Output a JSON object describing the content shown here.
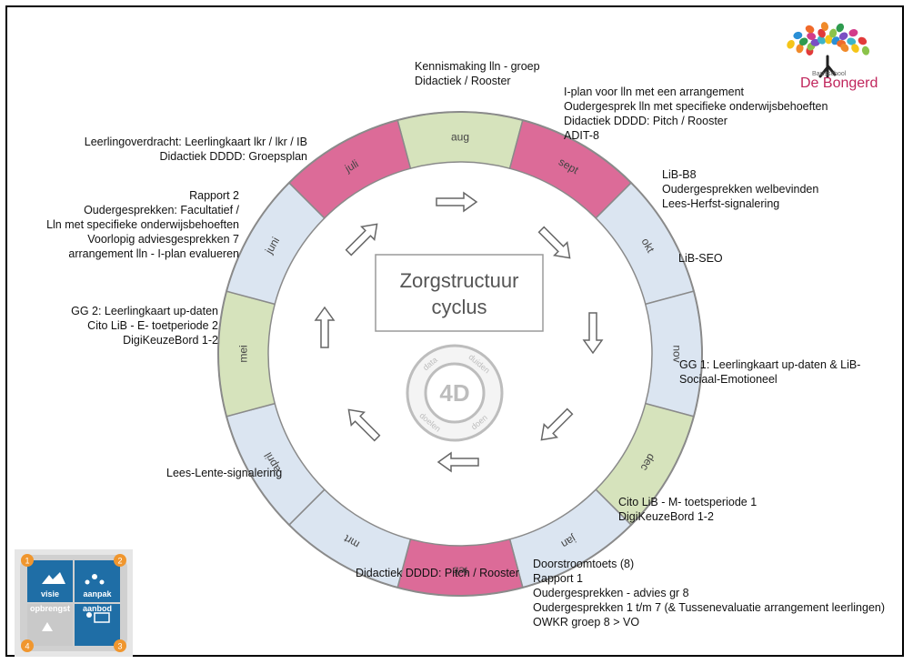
{
  "title": {
    "line1": "Zorgstructuur",
    "line2": "cyclus"
  },
  "logo": {
    "school_label": "Basisschool",
    "name": "De Bongerd"
  },
  "watermark": {
    "center": "4D",
    "ring": [
      "data",
      "duiden",
      "doelen",
      "doen"
    ]
  },
  "colors": {
    "pink": "#dc6b98",
    "green": "#d6e3bc",
    "blue": "#dbe5f1",
    "ring_stroke": "#8a8a8a",
    "watermark": "#bdbdbd"
  },
  "months": [
    {
      "label": "aug",
      "color": "green"
    },
    {
      "label": "sept",
      "color": "pink"
    },
    {
      "label": "okt",
      "color": "blue"
    },
    {
      "label": "nov",
      "color": "blue"
    },
    {
      "label": "dec",
      "color": "green"
    },
    {
      "label": "jan",
      "color": "blue"
    },
    {
      "label": "feb",
      "color": "pink"
    },
    {
      "label": "mrt",
      "color": "blue"
    },
    {
      "label": "april",
      "color": "blue"
    },
    {
      "label": "mei",
      "color": "green"
    },
    {
      "label": "juni",
      "color": "blue"
    },
    {
      "label": "juli",
      "color": "pink"
    }
  ],
  "notes": {
    "aug": [
      "Kennismaking lln - groep",
      "Didactiek / Rooster"
    ],
    "sept": [
      "I-plan voor lln met een arrangement",
      "Oudergesprek lln met specifieke onderwijsbehoeften",
      "Didactiek DDDD: Pitch / Rooster",
      "ADIT-8"
    ],
    "okt": [
      "LiB-B8",
      "Oudergesprekken welbevinden",
      "Lees-Herfst-signalering"
    ],
    "nov": [
      "LiB-SEO"
    ],
    "dec": [
      "GG 1: Leerlingkaart up-daten & LiB-",
      "Sociaal-Emotioneel"
    ],
    "jan": [
      "Cito LiB - M- toetsperiode 1",
      "DigiKeuzeBord 1-2"
    ],
    "feb": [
      "Doorstroomtoets (8)",
      "Rapport 1",
      "Oudergesprekken - advies gr 8",
      "Oudergesprekken 1 t/m 7 (& Tussenevaluatie arrangement leerlingen)",
      "OWKR groep 8 > VO"
    ],
    "mrt": [
      "Didactiek DDDD: Pitch / Rooster"
    ],
    "april": [
      "Lees-Lente-signalering"
    ],
    "mei": [
      "GG 2: Leerlingkaart up-daten",
      "Cito LiB - E- toetperiode 2",
      "DigiKeuzeBord 1-2"
    ],
    "juni": [
      "Rapport 2",
      "Oudergesprekken:  Facultatief /",
      "Lln met specifieke onderwijsbehoeften",
      "Voorlopig adviesgesprekken 7",
      "arrangement lln - I-plan evalueren"
    ],
    "juli": [
      "Leerlingoverdracht: Leerlingkaart lkr / lkr  / IB",
      "Didactiek DDDD: Groepsplan"
    ]
  },
  "vision_model": {
    "quadrants": [
      "visie",
      "aanpak",
      "aanbod",
      "opbrengst"
    ],
    "numbers": [
      "1",
      "2",
      "3",
      "4"
    ],
    "colors": {
      "dark_blue": "#1f6ea6",
      "gray": "#c9c9c9",
      "orange": "#f0962e"
    }
  }
}
